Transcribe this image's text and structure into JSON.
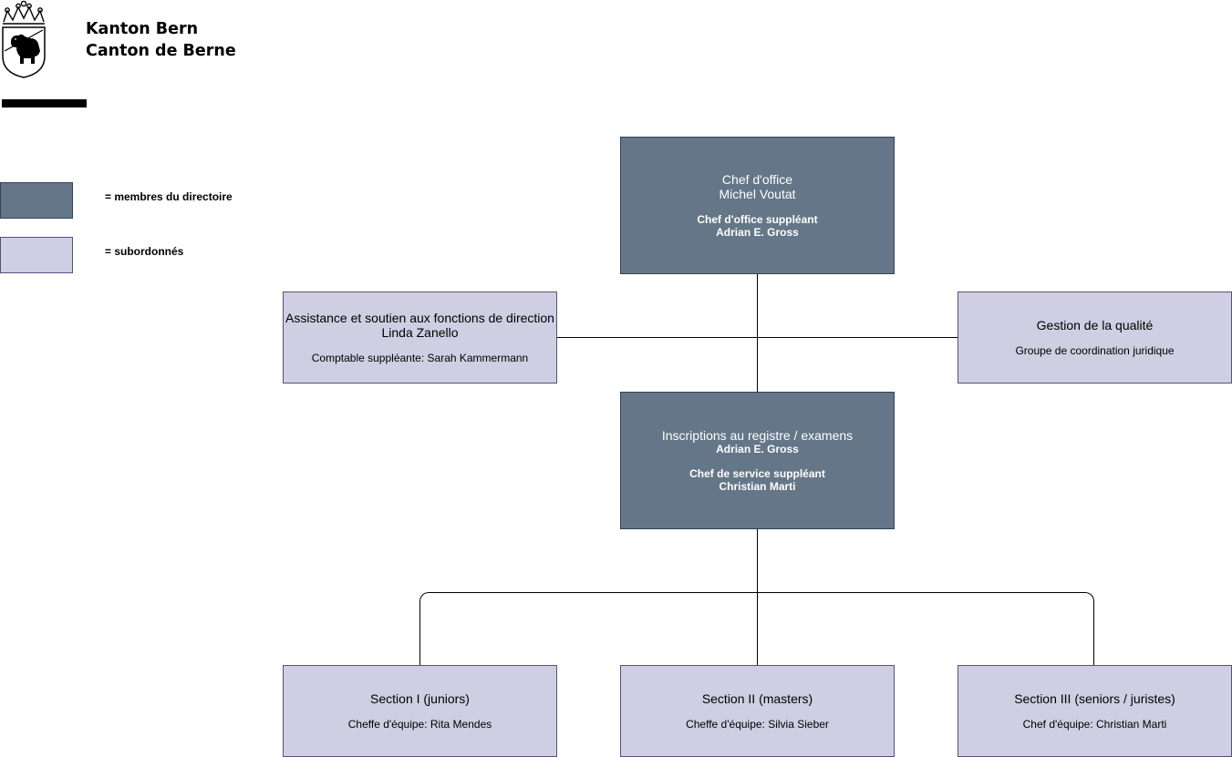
{
  "header": {
    "title_line1": "Kanton Bern",
    "title_line2": "Canton de Berne"
  },
  "legend": {
    "directors_label": "= membres du directoire",
    "directors_color": "#647687",
    "subordinates_label": "= subordonnés",
    "subordinates_color": "#d0cee2"
  },
  "nodes": {
    "chief": {
      "title": "Chef d'office",
      "name": "Michel Voutat",
      "deputy_title": "Chef d'office suppléant",
      "deputy_name": "Adrian E. Gross"
    },
    "assistance": {
      "title": "Assistance et soutien aux fonctions de direction",
      "name": "Linda Zanello",
      "note": "Comptable suppléante: Sarah Kammermann"
    },
    "quality": {
      "title": "Gestion de la qualité",
      "note": "Groupe de coordination juridique"
    },
    "registry": {
      "title": "Inscriptions au registre / examens",
      "name": "Adrian E. Gross",
      "deputy_title": "Chef de service suppléant",
      "deputy_name": "Christian Marti"
    },
    "section1": {
      "title": "Section I (juniors)",
      "lead": "Cheffe d'équipe: Rita Mendes"
    },
    "section2": {
      "title": "Section II (masters)",
      "lead": "Cheffe d'équipe: Silvia Sieber"
    },
    "section3": {
      "title": "Section III (seniors / juristes)",
      "lead": "Chef d'équipe: Christian Marti"
    }
  }
}
